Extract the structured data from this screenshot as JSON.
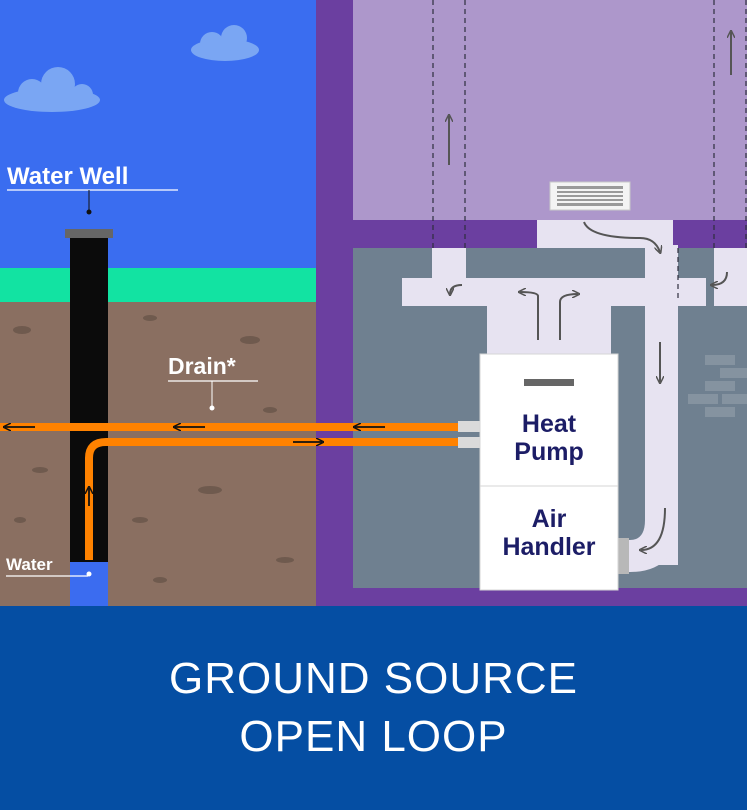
{
  "labels": {
    "well": "Water Well",
    "drain": "Drain*",
    "water": "Water",
    "heat_pump": [
      "Heat",
      "Pump"
    ],
    "air_handler": [
      "Air",
      "Handler"
    ]
  },
  "banner": {
    "line1": "GROUND SOURCE",
    "line2": "OPEN LOOP"
  },
  "colors": {
    "sky": "#3a6df0",
    "grass": "#12e3a2",
    "soil": "#8a6f61",
    "house_frame": "#6b3fa0",
    "upper_room": "#ad97cb",
    "basement": "#6f8090",
    "duct": "#e7e3f1",
    "pipe": "#ff8200",
    "unit_text": "#1c1d66",
    "banner": "#054ea3"
  },
  "icons": [
    "cloud-icon",
    "vent-grille-icon",
    "arrow-icon"
  ]
}
